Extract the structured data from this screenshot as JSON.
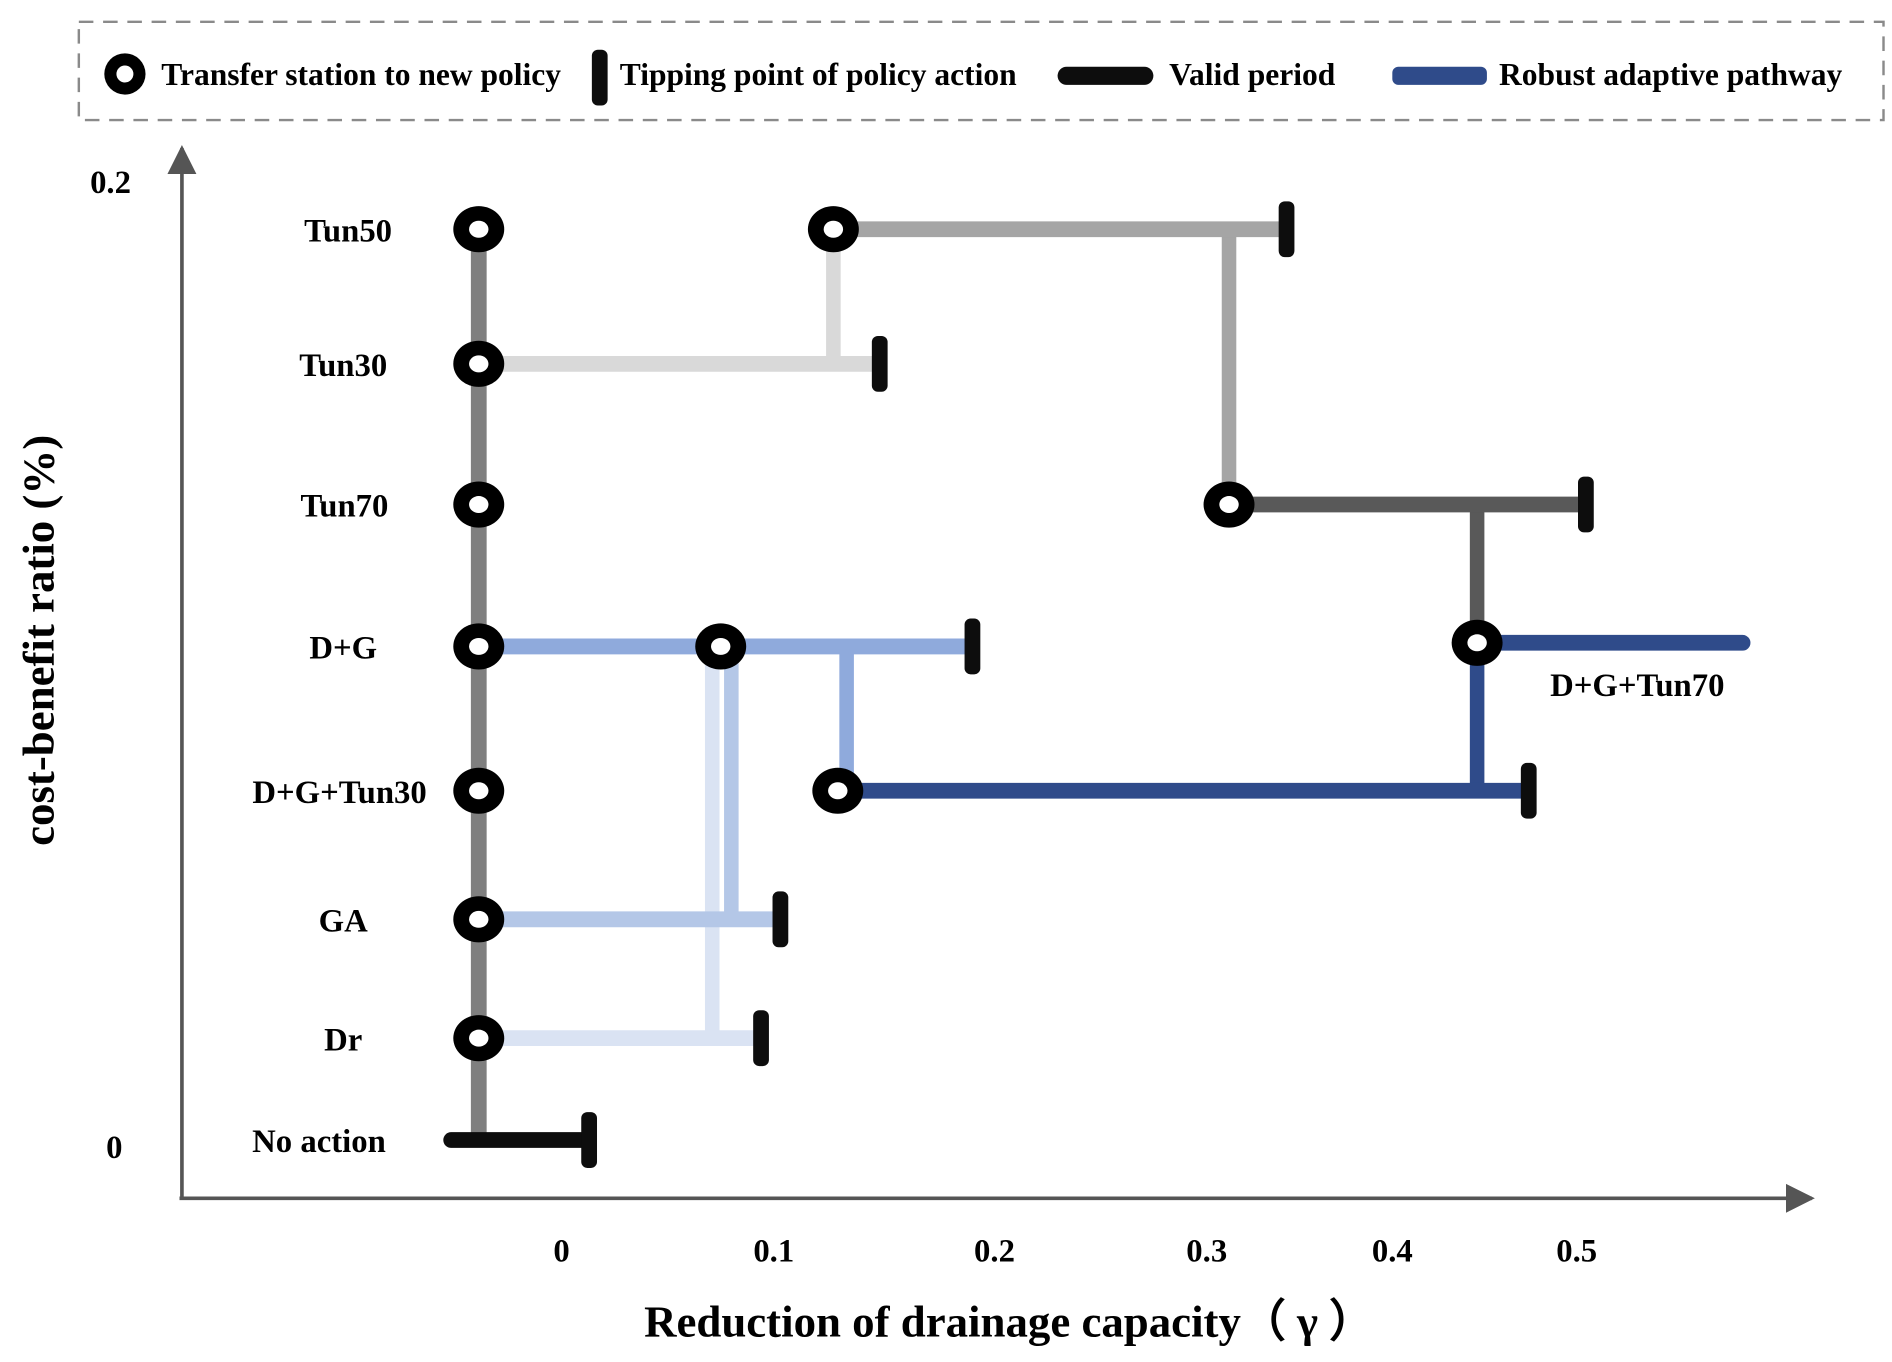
{
  "legend": {
    "items": [
      {
        "icon": "transfer-station-icon",
        "label": "Transfer station to new policy"
      },
      {
        "icon": "tipping-point-icon",
        "label": "Tipping point of policy action"
      },
      {
        "icon": "valid-period-icon",
        "label": "Valid period"
      },
      {
        "icon": "robust-pathway-icon",
        "label": "Robust adaptive pathway"
      }
    ],
    "colors": {
      "marker": "#000000",
      "tipping": "#0d0d0d",
      "valid": "#0d0d0d",
      "robust": "#2f4b8a"
    }
  },
  "chart_data": {
    "type": "adaptation-pathways",
    "title": "",
    "xlabel": "Reduction of drainage capacity（ γ ）",
    "ylabel": "cost-benefit ratio (%)",
    "x_ticks": [
      "0",
      "0.1",
      "0.2",
      "0.3",
      "0.4",
      "0.5"
    ],
    "x_tick_values": [
      0,
      0.1,
      0.2,
      0.3,
      0.4,
      0.5
    ],
    "y_ticks": [
      "0.2",
      "0"
    ],
    "y_tick_values": [
      0.2,
      0
    ],
    "grid": false,
    "legend_position": "top",
    "trunk": {
      "gamma": -0.039,
      "from": "Tun50",
      "to": "No action",
      "color": "#7f7f7f"
    },
    "policies": [
      {
        "name": "Tun50",
        "label": "Tun50",
        "color": "#a5a5a5",
        "segments": [
          {
            "start": 0.127,
            "end": 0.343
          }
        ],
        "tipping_point": 0.343,
        "stations": [
          -0.039,
          0.127
        ]
      },
      {
        "name": "Tun30",
        "label": "Tun30",
        "color": "#d9d9d9",
        "segments": [
          {
            "start": -0.039,
            "end": 0.148
          }
        ],
        "tipping_point": 0.148,
        "stations": [
          -0.039
        ]
      },
      {
        "name": "Tun70",
        "label": "Tun70",
        "color": "#595959",
        "segments": [
          {
            "start": 0.312,
            "end": 0.505
          }
        ],
        "tipping_point": 0.505,
        "stations": [
          -0.039,
          0.312
        ]
      },
      {
        "name": "D+G",
        "label": "D+G",
        "color": "#8faadc",
        "segments": [
          {
            "start": -0.039,
            "end": 0.19
          }
        ],
        "tipping_point": 0.19,
        "stations": [
          -0.039,
          0.075
        ]
      },
      {
        "name": "D+G+Tun30",
        "label": "D+G+Tun30",
        "color": "#2f4b8a",
        "segments": [
          {
            "start": 0.129,
            "end": 0.474
          }
        ],
        "tipping_point": 0.474,
        "stations": [
          -0.039,
          0.129
        ],
        "robust": true
      },
      {
        "name": "GA",
        "label": "GA",
        "color": "#b4c7e7",
        "segments": [
          {
            "start": -0.039,
            "end": 0.103
          }
        ],
        "tipping_point": 0.103,
        "stations": [
          -0.039
        ]
      },
      {
        "name": "Dr",
        "label": "Dr",
        "color": "#dae3f3",
        "segments": [
          {
            "start": -0.039,
            "end": 0.094
          }
        ],
        "tipping_point": 0.094,
        "stations": [
          -0.039
        ]
      },
      {
        "name": "No action",
        "label": "No action",
        "color": "#0d0d0d",
        "segments": [
          {
            "start": -0.052,
            "end": 0.013
          }
        ],
        "tipping_point": 0.013,
        "stations": []
      },
      {
        "name": "D+G+Tun70",
        "label": "D+G+Tun70",
        "color": "#2f4b8a",
        "segments": [
          {
            "start": 0.446,
            "end": 0.59
          }
        ],
        "tipping_point": null,
        "stations": [
          0.446
        ],
        "robust": true,
        "row_of": "D+G"
      }
    ],
    "transfers": [
      {
        "from": "Tun30",
        "to": "Tun50",
        "gamma": 0.127,
        "color": "#d9d9d9"
      },
      {
        "from": "Tun50",
        "to": "Tun70",
        "gamma": 0.312,
        "color": "#a5a5a5"
      },
      {
        "from": "Tun70",
        "to": "D+G+Tun70",
        "gamma": 0.446,
        "color": "#595959"
      },
      {
        "from": "D+G",
        "to": "D+G+Tun30",
        "gamma": 0.133,
        "color": "#8faadc"
      },
      {
        "from": "GA",
        "to": "D+G",
        "gamma": 0.08,
        "color": "#b4c7e7"
      },
      {
        "from": "Dr",
        "to": "D+G",
        "gamma": 0.071,
        "color": "#dae3f3"
      },
      {
        "from": "D+G+Tun30",
        "to": "D+G+Tun70",
        "gamma": 0.446,
        "color": "#2f4b8a"
      }
    ]
  }
}
